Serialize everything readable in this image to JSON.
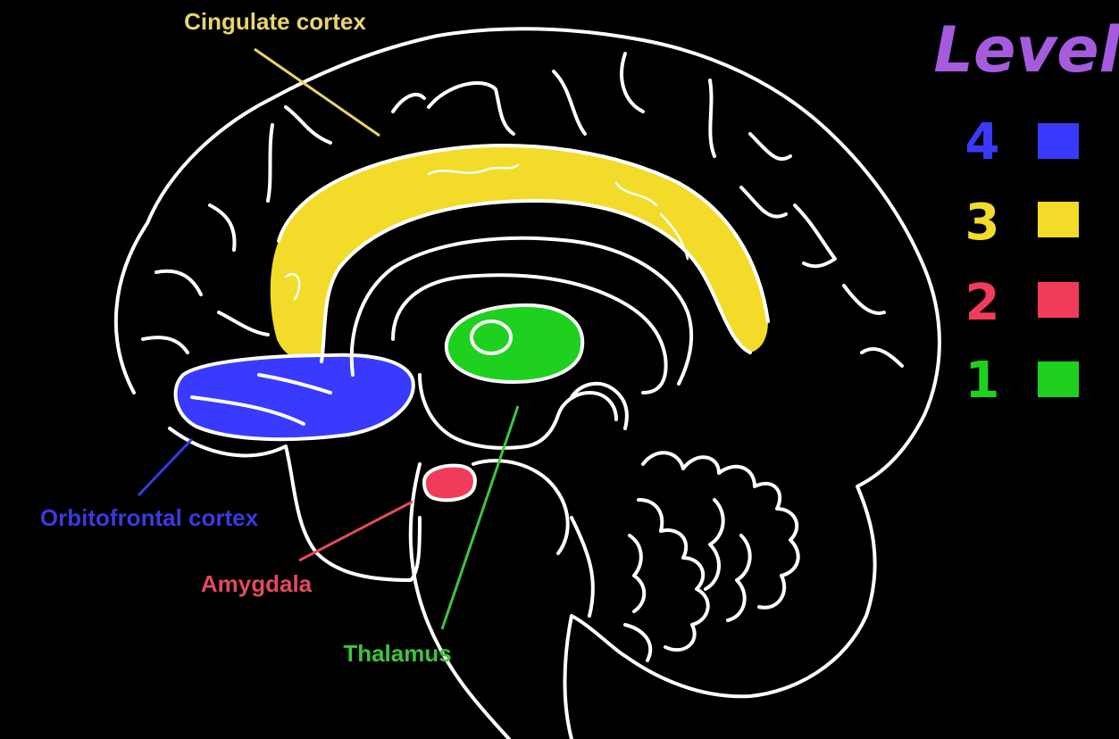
{
  "labels": {
    "cingulate": "Cingulate cortex",
    "orbitofrontal": "Orbitofrontal cortex",
    "amygdala": "Amygdala",
    "thalamus": "Thalamus"
  },
  "legend": {
    "title": "Level",
    "items": [
      {
        "number": "4",
        "color": "#3a3aff"
      },
      {
        "number": "3",
        "color": "#f3db2a"
      },
      {
        "number": "2",
        "color": "#f03c5a"
      },
      {
        "number": "1",
        "color": "#1fd11f"
      }
    ]
  },
  "colors": {
    "background": "#000000",
    "outline": "#ffffff",
    "level4_blue": "#3a3aff",
    "level3_yellow": "#f3db2a",
    "level2_red": "#f03c5a",
    "level1_green": "#1fd11f",
    "legend_title": "#a55bde",
    "label_cingulate": "#e8d56a",
    "label_orbitofrontal": "#3a3ae0",
    "label_amygdala": "#e24a5e",
    "label_thalamus": "#3fc43f"
  }
}
